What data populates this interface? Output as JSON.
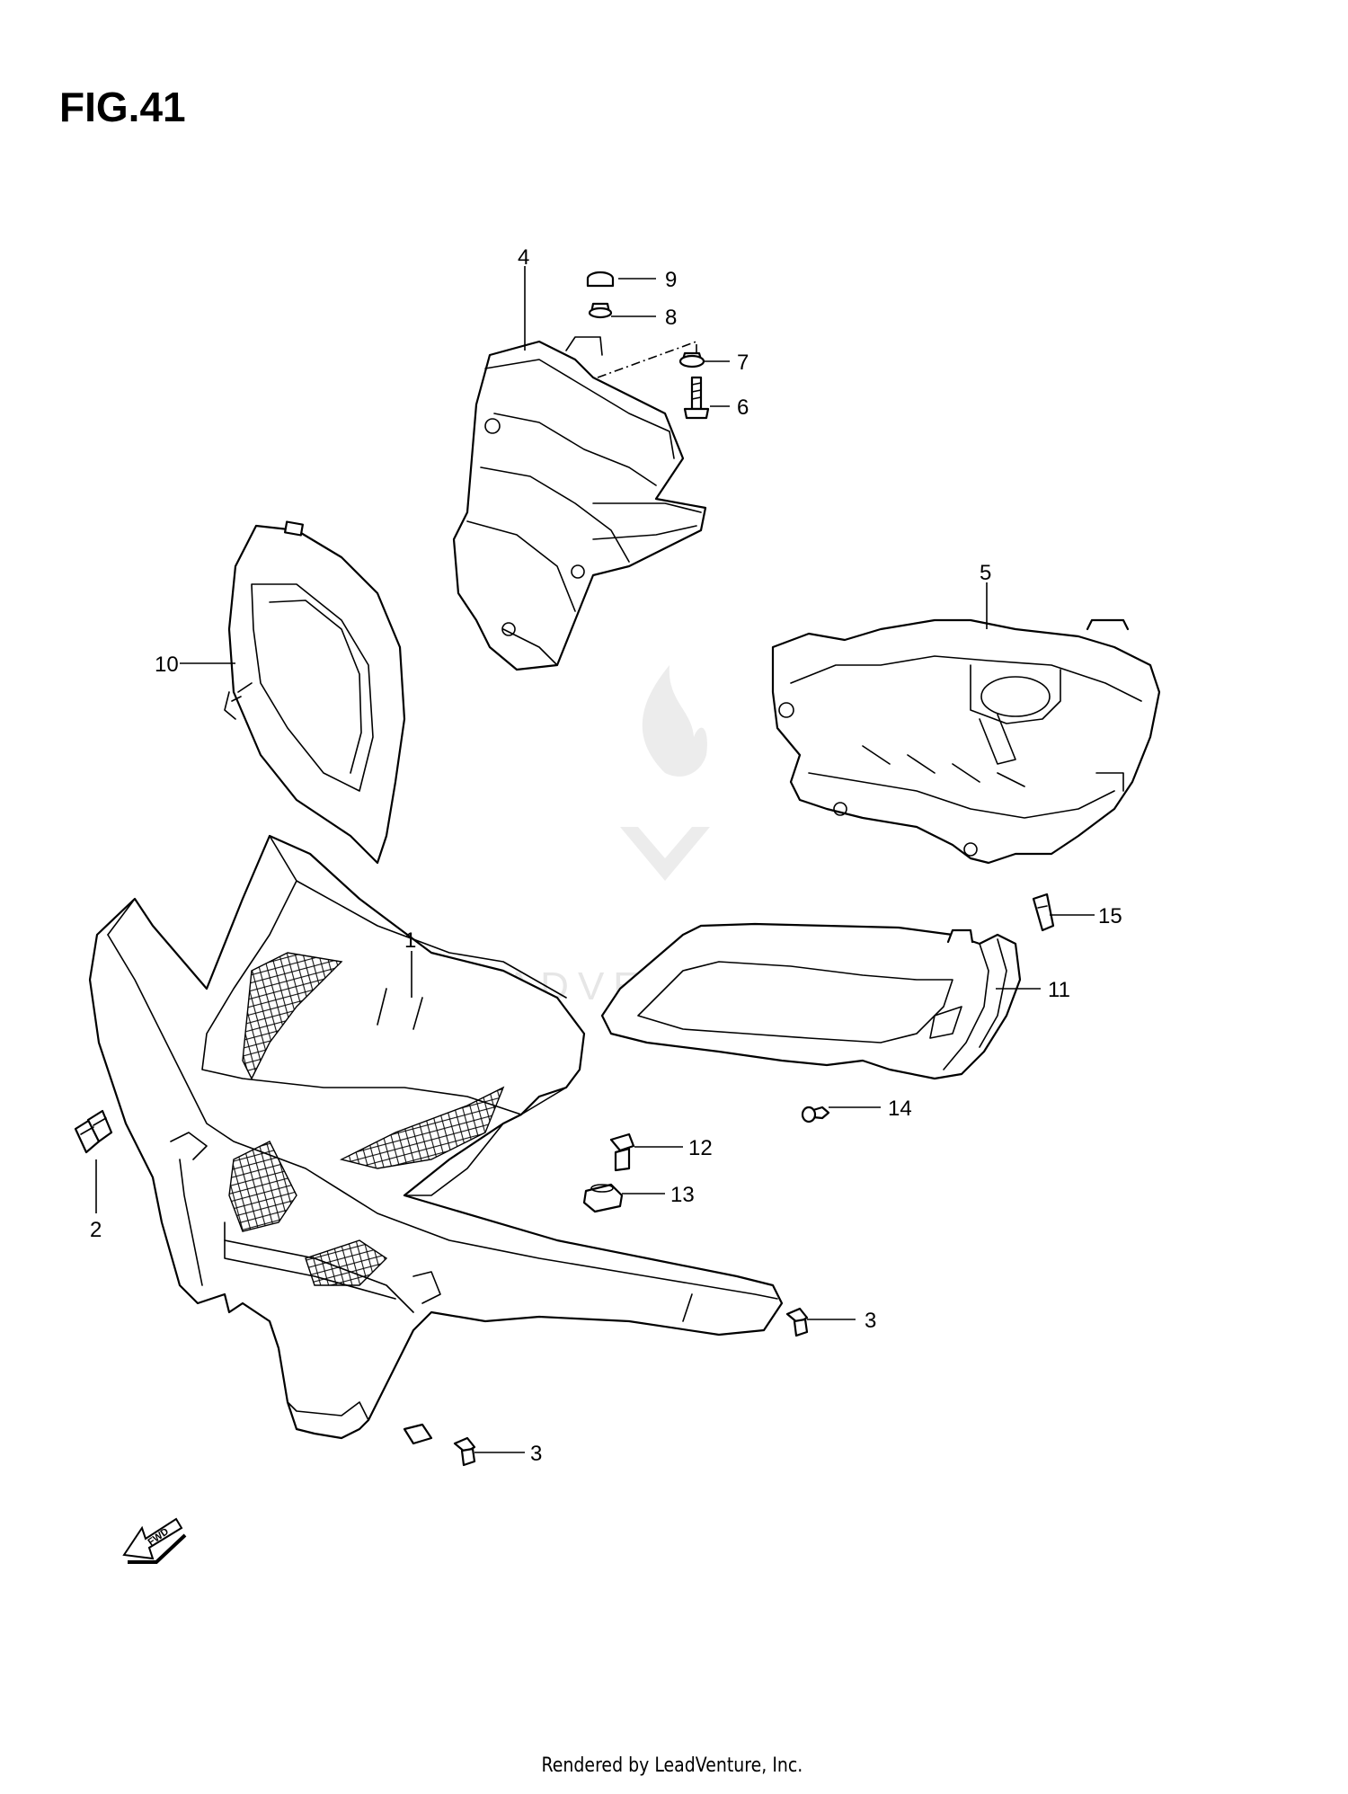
{
  "figure_title": "FIG.41",
  "footer_text": "Rendered by LeadVenture, Inc.",
  "watermark_text": "LEADVENTURE",
  "fwd_label": "FWD",
  "callouts": [
    {
      "id": "c1",
      "label": "1"
    },
    {
      "id": "c2",
      "label": "2"
    },
    {
      "id": "c3a",
      "label": "3"
    },
    {
      "id": "c3b",
      "label": "3"
    },
    {
      "id": "c4",
      "label": "4"
    },
    {
      "id": "c5",
      "label": "5"
    },
    {
      "id": "c6",
      "label": "6"
    },
    {
      "id": "c7",
      "label": "7"
    },
    {
      "id": "c8",
      "label": "8"
    },
    {
      "id": "c9",
      "label": "9"
    },
    {
      "id": "c10",
      "label": "10"
    },
    {
      "id": "c11",
      "label": "11"
    },
    {
      "id": "c12",
      "label": "12"
    },
    {
      "id": "c13",
      "label": "13"
    },
    {
      "id": "c14",
      "label": "14"
    },
    {
      "id": "c15",
      "label": "15"
    }
  ],
  "colors": {
    "line": "#000000",
    "background": "#ffffff",
    "watermark": "#e6e6e6"
  }
}
